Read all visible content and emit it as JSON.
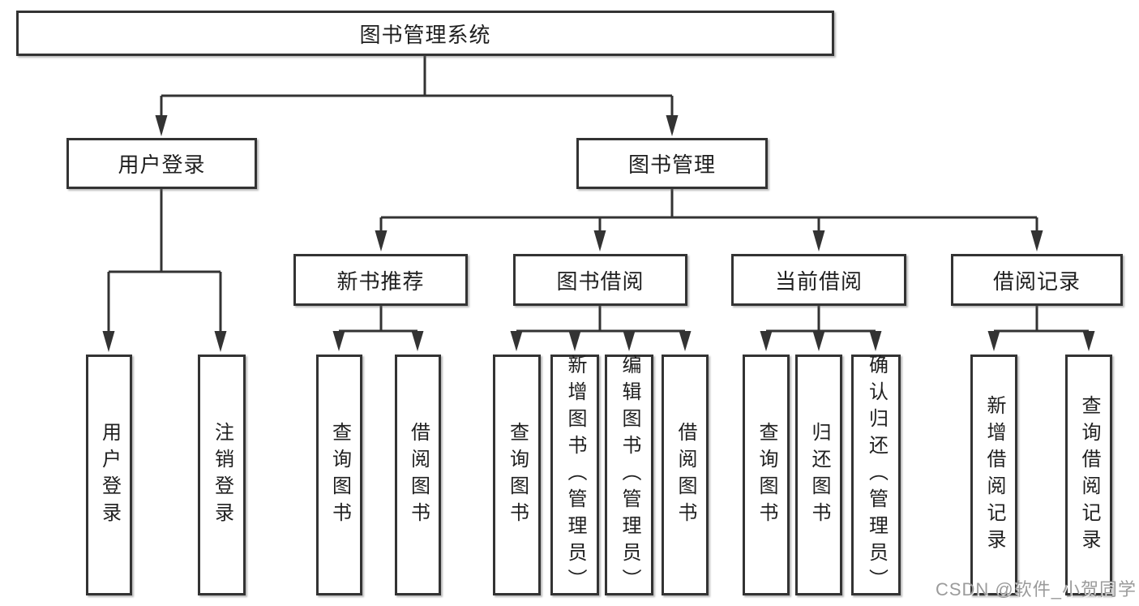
{
  "tree": {
    "label": "图书管理系统",
    "children": [
      {
        "label": "用户登录",
        "children": [
          {
            "label": "用户登录"
          },
          {
            "label": "注销登录"
          }
        ]
      },
      {
        "label": "图书管理",
        "children": [
          {
            "label": "新书推荐",
            "children": [
              {
                "label": "查询图书"
              },
              {
                "label": "借阅图书"
              }
            ]
          },
          {
            "label": "图书借阅",
            "children": [
              {
                "label": "查询图书"
              },
              {
                "label": "新增图书（管理员）"
              },
              {
                "label": "编辑图书（管理员）"
              },
              {
                "label": "借阅图书"
              }
            ]
          },
          {
            "label": "当前借阅",
            "children": [
              {
                "label": "查询图书"
              },
              {
                "label": "归还图书"
              },
              {
                "label": "确认归还（管理员）"
              }
            ]
          },
          {
            "label": "借阅记录",
            "children": [
              {
                "label": "新增借阅记录"
              },
              {
                "label": "查询借阅记录"
              }
            ]
          }
        ]
      }
    ]
  },
  "watermark": {
    "text": "CSDN @软件_小贺同学"
  },
  "colors": {
    "line": "#333333",
    "text": "#1f1f1f",
    "watermark": "#9b9b9b",
    "background": "#ffffff"
  }
}
